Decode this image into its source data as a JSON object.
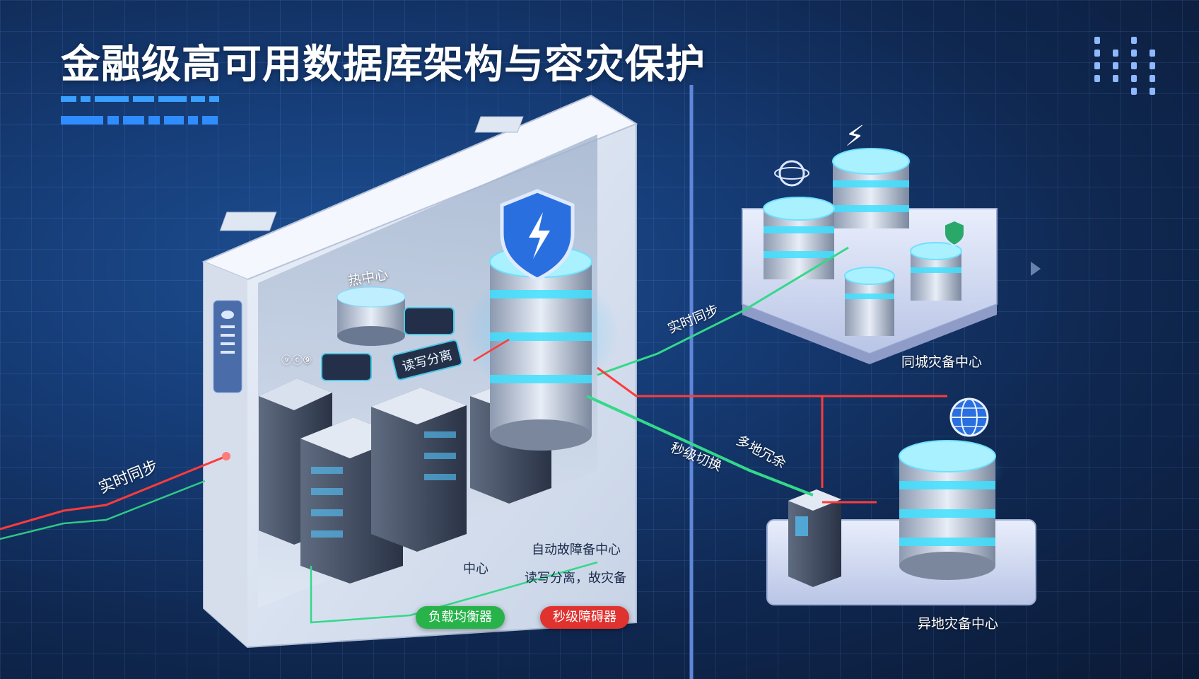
{
  "title": "金融级高可用数据库架构与容灾保护",
  "labels": {
    "hot_center": "热中心",
    "left_small": "ⓥⓒ⑨",
    "rw_split_tag": "读写分离",
    "left_sync": "实时同步",
    "right_sync": "实时同步",
    "second_switch": "秒级切换",
    "multi_redundancy": "多地冗余",
    "same_city_dr": "同城灾备中心",
    "remote_dr": "异地灾备中心",
    "auto_failover_dc": "自动故障备中心",
    "center_short": "中心",
    "rw_split_backup": "读写分离，故灾备"
  },
  "pills": {
    "load_balancer": "负载均衡器",
    "second_failover": "秒级障碍器"
  },
  "colors": {
    "green_link": "#33d98a",
    "red_link": "#ff3b3b",
    "cyan_glow": "#40e0ff",
    "shield": "#2a6fe0"
  },
  "icons": [
    "shield-bolt-icon",
    "lightning-icon",
    "globe-icon",
    "gear-globe-icon",
    "shield-check-icon",
    "server-rack-icon",
    "database-icon"
  ]
}
